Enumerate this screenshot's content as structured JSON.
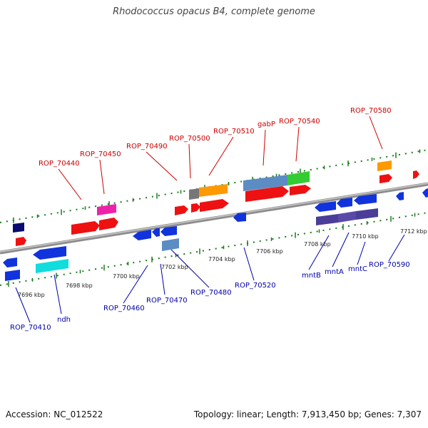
{
  "title": "Rhodococcus opacus B4, complete genome",
  "footer": {
    "accession": "Accession: NC_012522",
    "summary": "Topology: linear; Length: 7,913,450 bp; Genes: 7,307"
  },
  "scale_labels": [
    "7696 kbp",
    "7698 kbp",
    "7700 kbp",
    "7702 kbp",
    "7704 kbp",
    "7706 kbp",
    "7708 kbp",
    "7710 kbp",
    "7712 kbp"
  ],
  "top_gene_labels": [
    "ROP_70440",
    "ROP_70450",
    "ROP_70490",
    "ROP_70500",
    "ROP_70510",
    "gabP",
    "ROP_70540",
    "ROP_70580"
  ],
  "bottom_gene_labels": [
    "ROP_70410",
    "ndh",
    "ROP_70460",
    "ROP_70470",
    "ROP_70480",
    "ROP_70520",
    "mntB",
    "mntA",
    "mntC",
    "ROP_70590"
  ],
  "colors": {
    "top_label": "#cc0000",
    "bottom_label": "#0000aa",
    "backbone": "#888888",
    "scale": "#006600"
  }
}
